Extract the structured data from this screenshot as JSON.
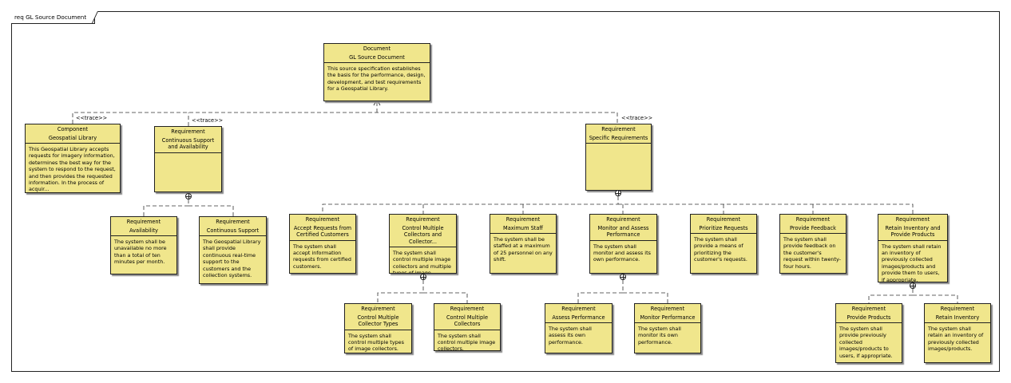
{
  "frame": {
    "label": "req GL Source Document"
  },
  "stereotype": "<<trace>>",
  "boxes": {
    "doc": {
      "kind": "Document",
      "name": "GL Source Document",
      "text": "This source specification establishes the basis for the performance, design, development, and test requirements for a Geospatial Library."
    },
    "comp": {
      "kind": "Component",
      "name": "Geospatial Library",
      "text": "This Geospatial Library accepts requests for imagery information, determines the best way for the system to respond to the request, and then provides the requested information. In the process of acquir..."
    },
    "csa": {
      "kind": "Requirement",
      "name": "Continuous Support and Availability",
      "text": ""
    },
    "spec": {
      "kind": "Requirement",
      "name": "Specific Requirements",
      "text": ""
    },
    "avail": {
      "kind": "Requirement",
      "name": "Availability",
      "text": "The system shall be unavailable no more than a total of ten minutes per month."
    },
    "cs": {
      "kind": "Requirement",
      "name": "Continuous Support",
      "text": "The Geospatial Library shall provide continuous real-time support to the customers and the collection systems."
    },
    "arcc": {
      "kind": "Requirement",
      "name": "Accept Requests from Certified Customers",
      "text": "The system shall accept information requests from certified customers."
    },
    "cmcc": {
      "kind": "Requirement",
      "name": "Control Multiple Collectors and Collector...",
      "text": "The system shall control multiple image collectors and multiple types of image collectors."
    },
    "ms": {
      "kind": "Requirement",
      "name": "Maximum Staff",
      "text": "The system shall be staffed at a maximum of 25 personnel on any shift."
    },
    "map": {
      "kind": "Requirement",
      "name": "Monitor and Assess Performance",
      "text": "The system shall monitor and assess its own performance."
    },
    "pr": {
      "kind": "Requirement",
      "name": "Prioritize Requests",
      "text": "The system shall provide a means of prioritizing the customer's requests."
    },
    "pf": {
      "kind": "Requirement",
      "name": "Provide Feedback",
      "text": "The system shall provide feedback on the customer's request within twenty-four hours."
    },
    "ripp": {
      "kind": "Requirement",
      "name": "Retain Inventory and Provide Products",
      "text": "The system shall retain an inventory of previously collected images/products and provide them to users, if appropriate."
    },
    "cmct": {
      "kind": "Requirement",
      "name": "Control Multiple Collector Types",
      "text": "The system shall control multiple types of image collectors."
    },
    "cmc": {
      "kind": "Requirement",
      "name": "Control Multiple Collectors",
      "text": "The system shall control multiple image collectors."
    },
    "ap": {
      "kind": "Requirement",
      "name": "Assess Performance",
      "text": "The system shall assess its own performance."
    },
    "mp": {
      "kind": "Requirement",
      "name": "Monitor Performance",
      "text": "The system shall monitor its own performance."
    },
    "pp": {
      "kind": "Requirement",
      "name": "Provide Products",
      "text": "The system shall provide previously collected images/products to users, if appropriate."
    },
    "ri": {
      "kind": "Requirement",
      "name": "Retain Inventory",
      "text": "The system shall retain an inventory of previously collected images/products."
    }
  }
}
